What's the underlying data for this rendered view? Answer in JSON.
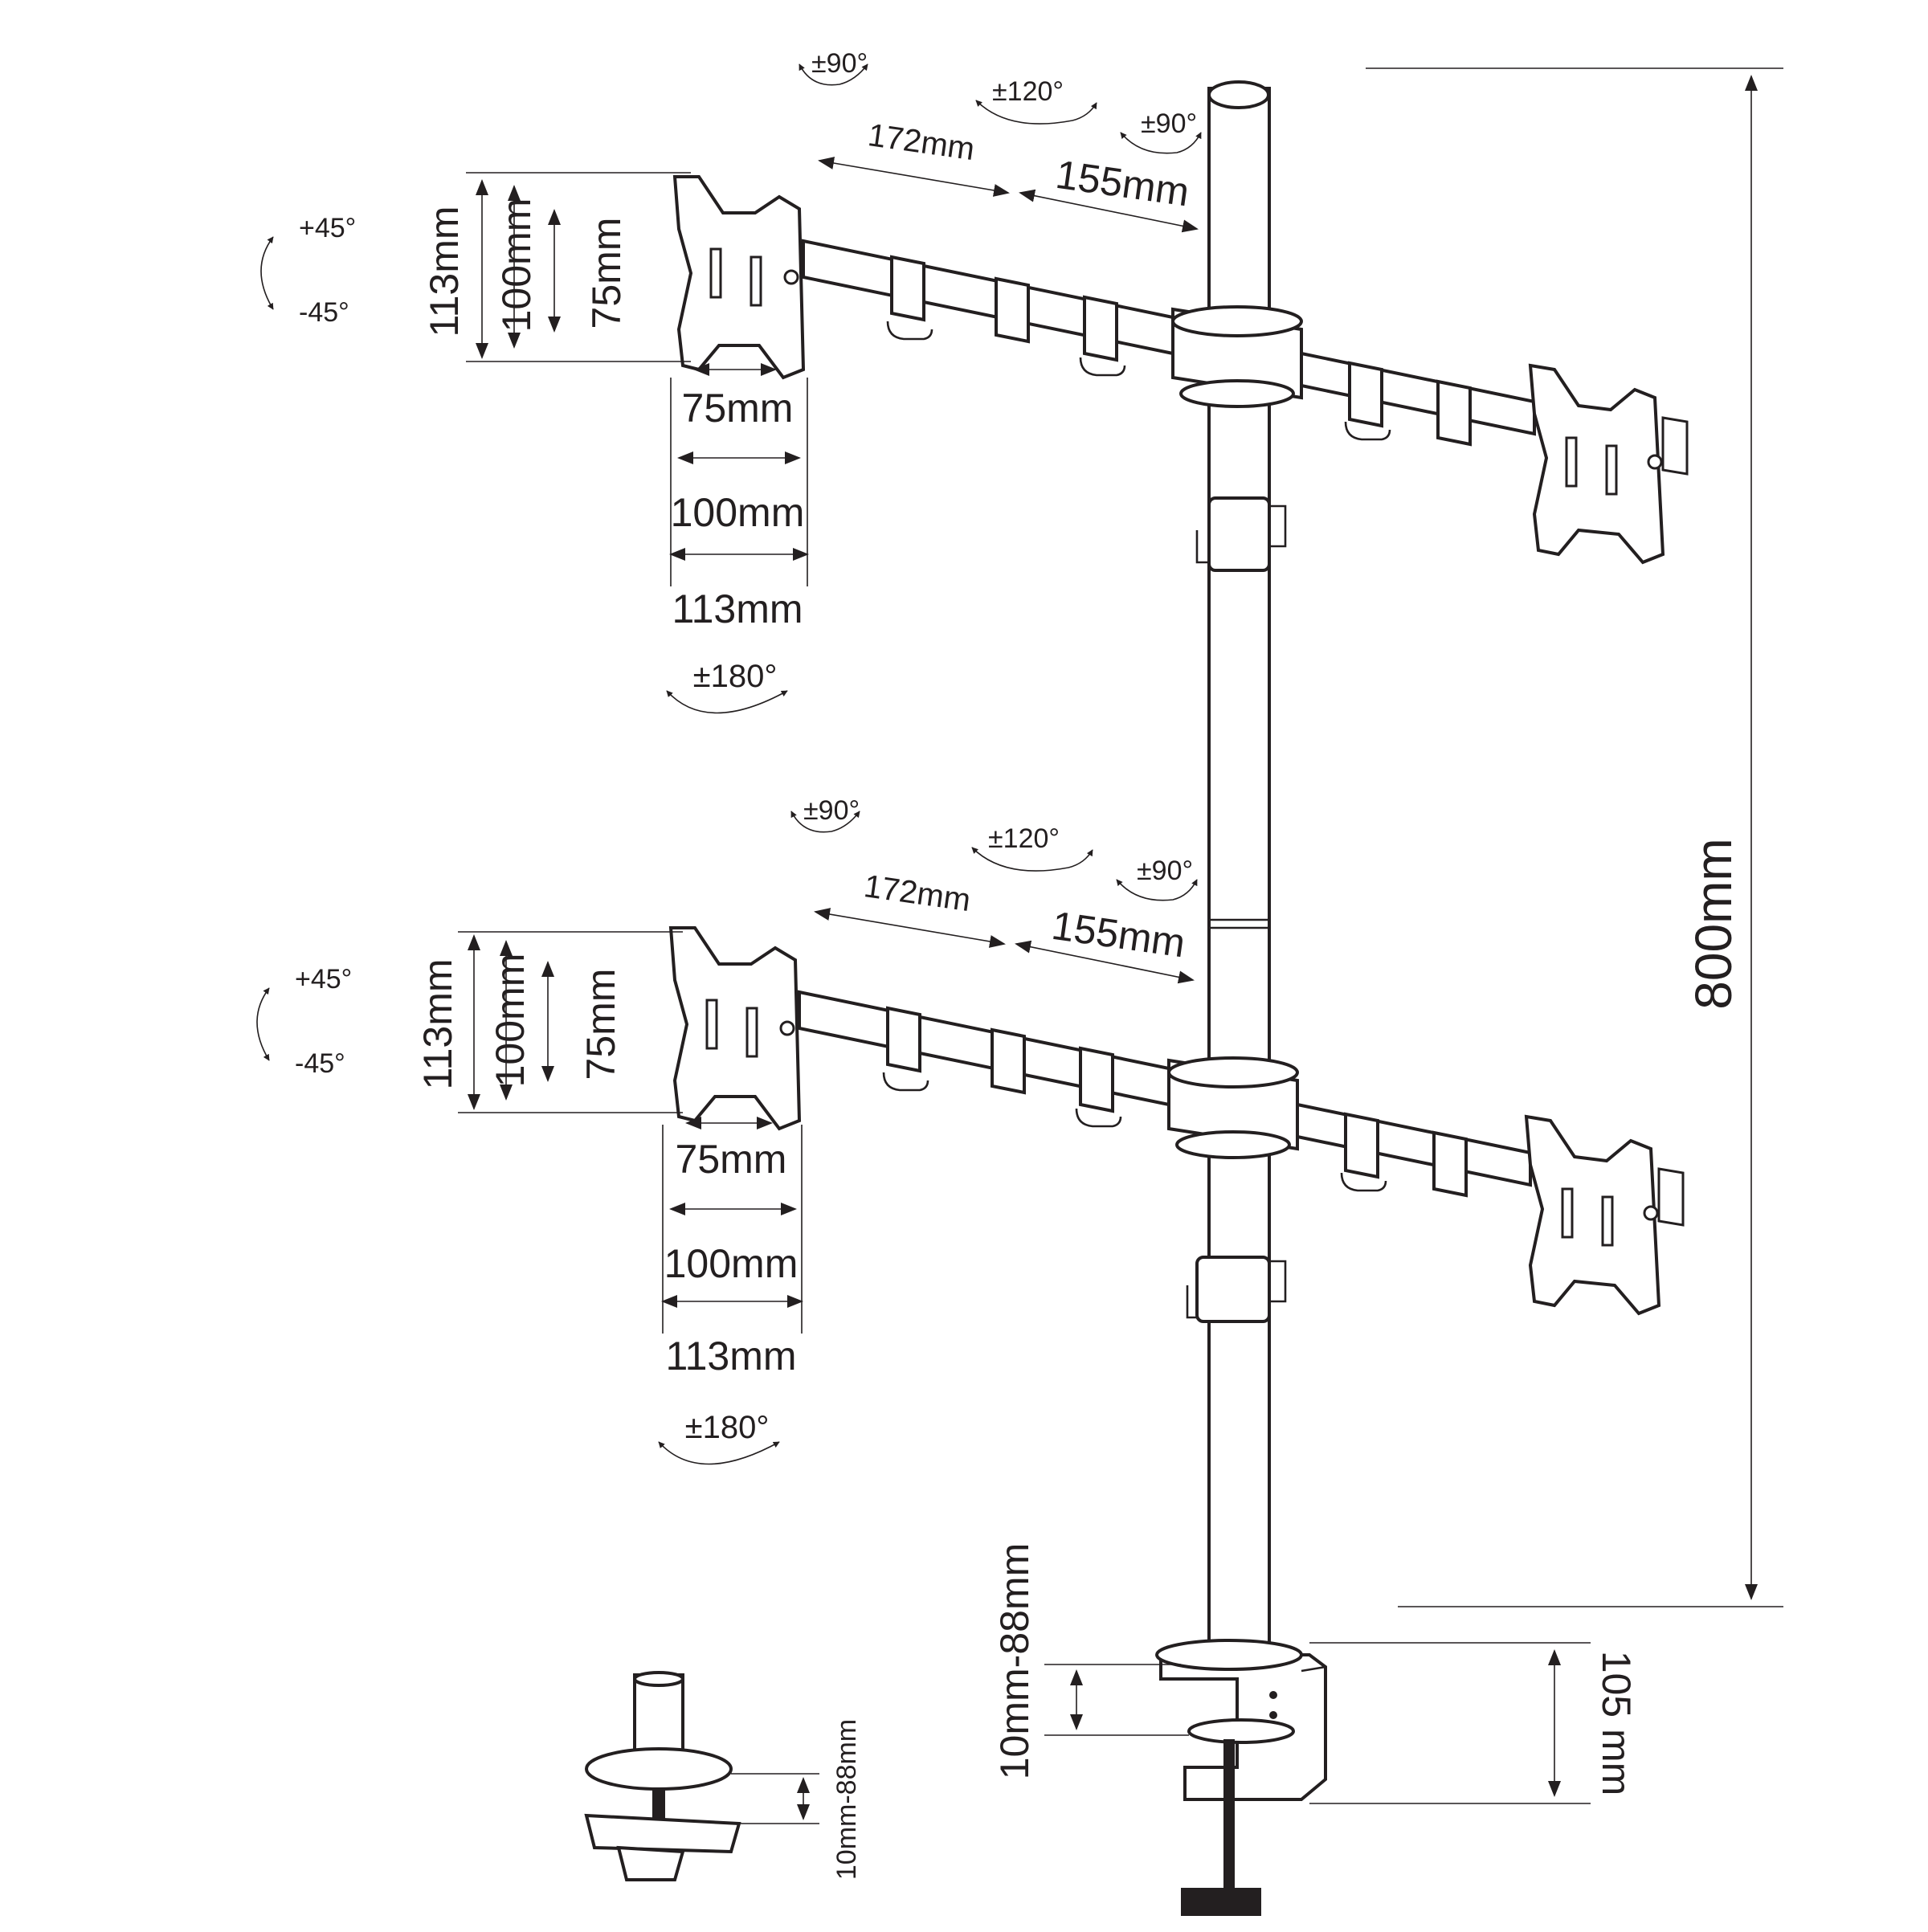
{
  "diagram": {
    "total_height_label": "800mm",
    "upper_arm": {
      "pivot_labels": [
        "±90°",
        "±120°",
        "±90°"
      ],
      "arm_segment_labels": [
        "172mm",
        "155mm"
      ],
      "tilt_labels": [
        "+45°",
        "-45°"
      ],
      "vesa_vertical_labels": [
        "113mm",
        "100mm",
        "75mm"
      ],
      "vesa_horizontal_labels": [
        "75mm",
        "100mm",
        "113mm"
      ],
      "rotation_label": "±180°"
    },
    "lower_arm": {
      "pivot_labels": [
        "±90°",
        "±120°",
        "±90°"
      ],
      "arm_segment_labels": [
        "172mm",
        "155mm"
      ],
      "tilt_labels": [
        "+45°",
        "-45°"
      ],
      "vesa_vertical_labels": [
        "113mm",
        "100mm",
        "75mm"
      ],
      "vesa_horizontal_labels": [
        "75mm",
        "100mm",
        "113mm"
      ],
      "rotation_label": "±180°"
    },
    "clamp": {
      "thickness_label": "10mm-88mm",
      "height_label": "105 mm"
    },
    "grommet": {
      "thickness_label": "10mm-88mm"
    }
  }
}
